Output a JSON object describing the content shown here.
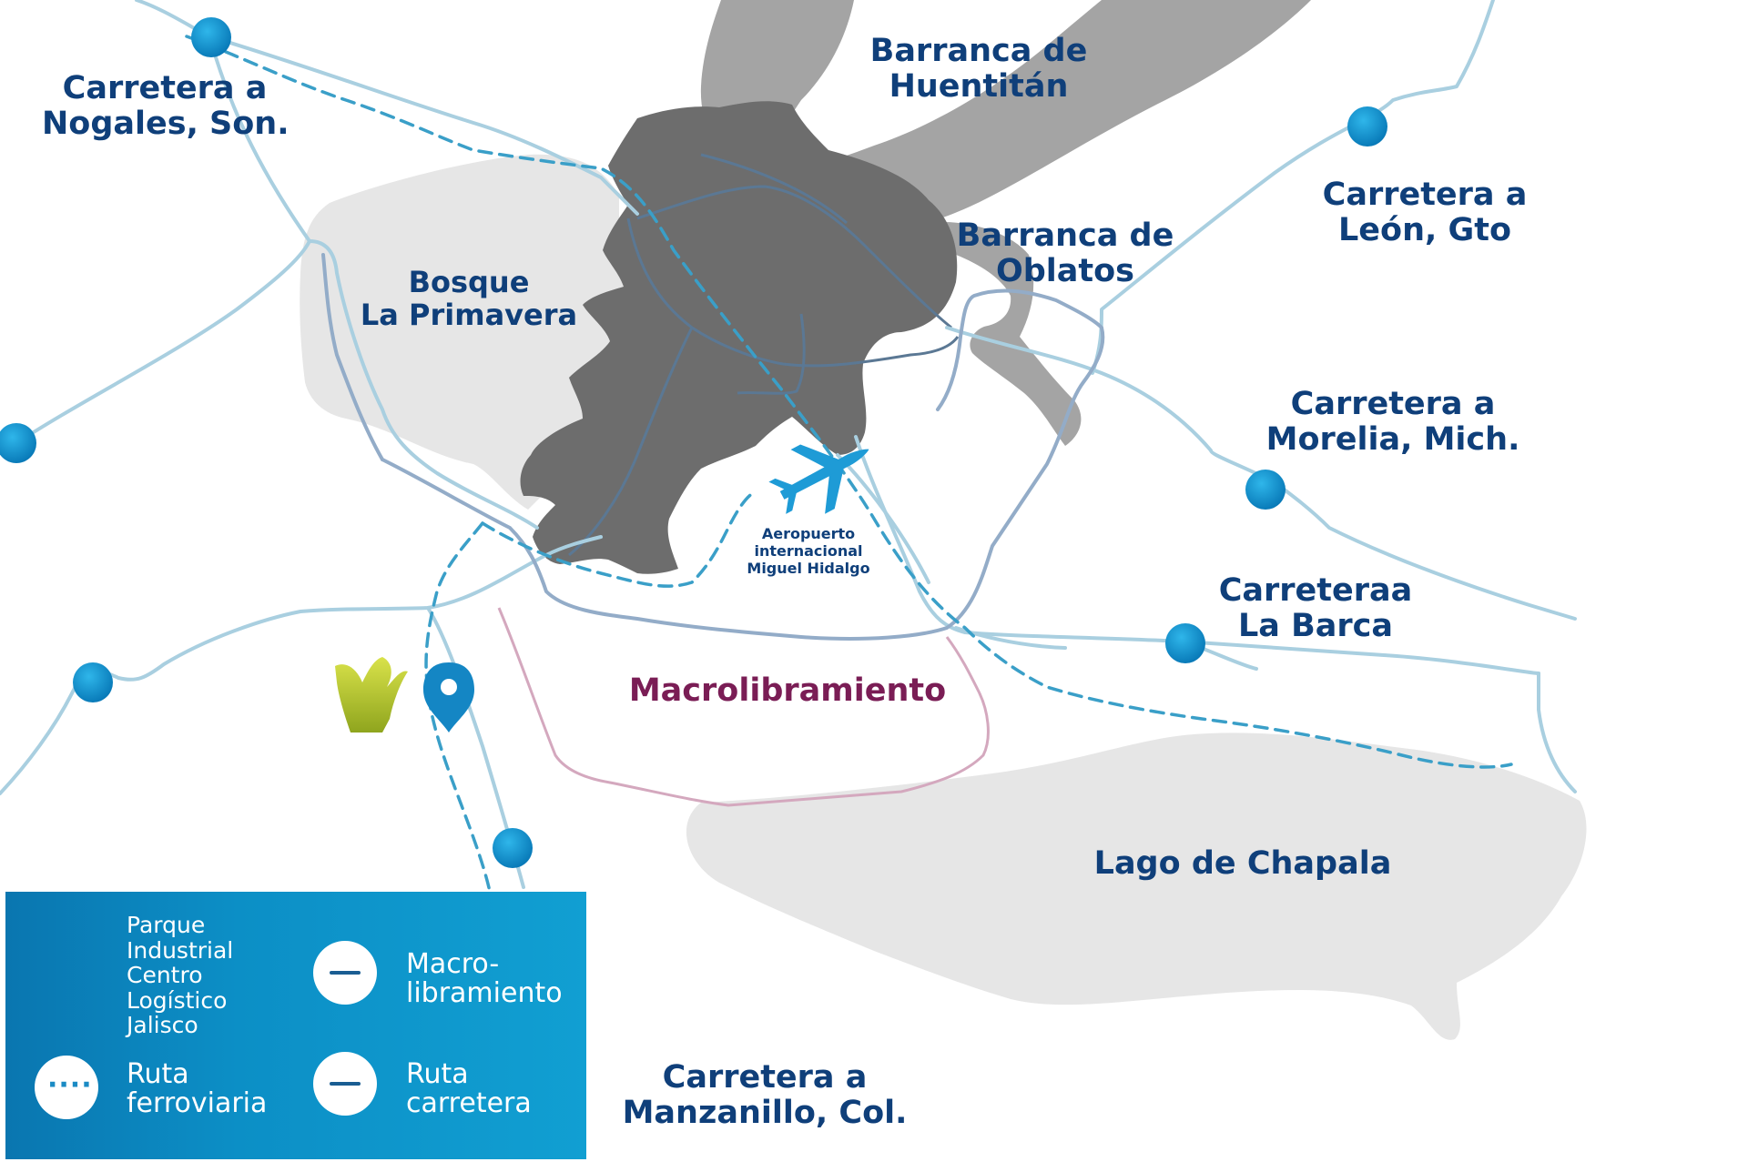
{
  "labels": {
    "nogales": [
      "Carretera a",
      "Nogales, Son."
    ],
    "huentitan": [
      "Barranca de",
      "Huentitán"
    ],
    "oblatos": [
      "Barranca de",
      "Oblatos"
    ],
    "leon": [
      "Carretera a",
      "León, Gto"
    ],
    "primavera": [
      "Bosque",
      "La Primavera"
    ],
    "morelia": [
      "Carretera a",
      "Morelia, Mich."
    ],
    "airport": [
      "Aeropuerto",
      "internacional",
      "Miguel Hidalgo"
    ],
    "labarca": [
      "Carreteraa",
      "La Barca"
    ],
    "macro": "Macrolibramiento",
    "chapala": "Lago de Chapala",
    "manzanillo": [
      "Carretera a",
      "Manzanillo, Col."
    ]
  },
  "legend": {
    "park": [
      "Parque",
      "Industrial",
      "Centro",
      "Logístico",
      "Jalisco"
    ],
    "macro": [
      "Macro-",
      "libramiento"
    ],
    "rail": [
      "Ruta",
      "ferroviaria"
    ],
    "road": [
      "Ruta",
      "carretera"
    ]
  },
  "icons": {
    "park_marker": "map-pin-icon",
    "airport": "airplane-icon",
    "logo": "clj-logo-icon",
    "road_marker": "circle-marker"
  },
  "colors": {
    "road": "#a9cfe0",
    "rail": "#3a9fc8",
    "ring": "#93acc8",
    "macro": "#d4a8be",
    "city": "#6d6d6d",
    "ravine": "#a4a4a4",
    "forest": "#e6e6e6",
    "lake": "#e6e6e6",
    "marker": "#0a8fcd",
    "label": "#0f3f7a",
    "macro_label": "#7a1d55",
    "legend_bg": "#0c8fc6",
    "logo": "#c5d63a"
  }
}
